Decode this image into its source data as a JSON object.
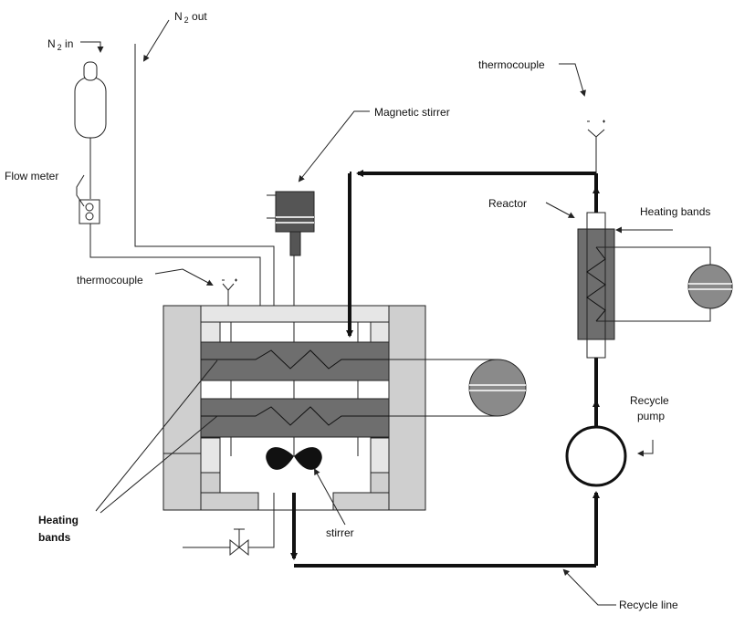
{
  "labels": {
    "n2_in": "N",
    "n2_in_sub": "2",
    "n2_in_suffix": " in",
    "n2_out": "N",
    "n2_out_sub": "2",
    "n2_out_suffix": " out",
    "flow_meter": "Flow meter",
    "thermocouple_left": "thermocouple",
    "thermocouple_right": "thermocouple",
    "magnetic_stirrer": "Magnetic stirrer",
    "reactor": "Reactor",
    "heating_bands_right": "Heating bands",
    "recycle_pump_line1": "Recycle",
    "recycle_pump_line2": "pump",
    "heating_bands_left_line1": "Heating",
    "heating_bands_left_line2": "bands",
    "stirrer": "stirrer",
    "recycle_line": "Recycle line"
  },
  "colors": {
    "frame_light": "#cfcfcf",
    "band_dark": "#6e6e6e",
    "reactor_fill": "#6e6e6e",
    "stirrer_block": "#555555",
    "paddle": "#111111",
    "controller_fill": "#8a8a8a"
  }
}
